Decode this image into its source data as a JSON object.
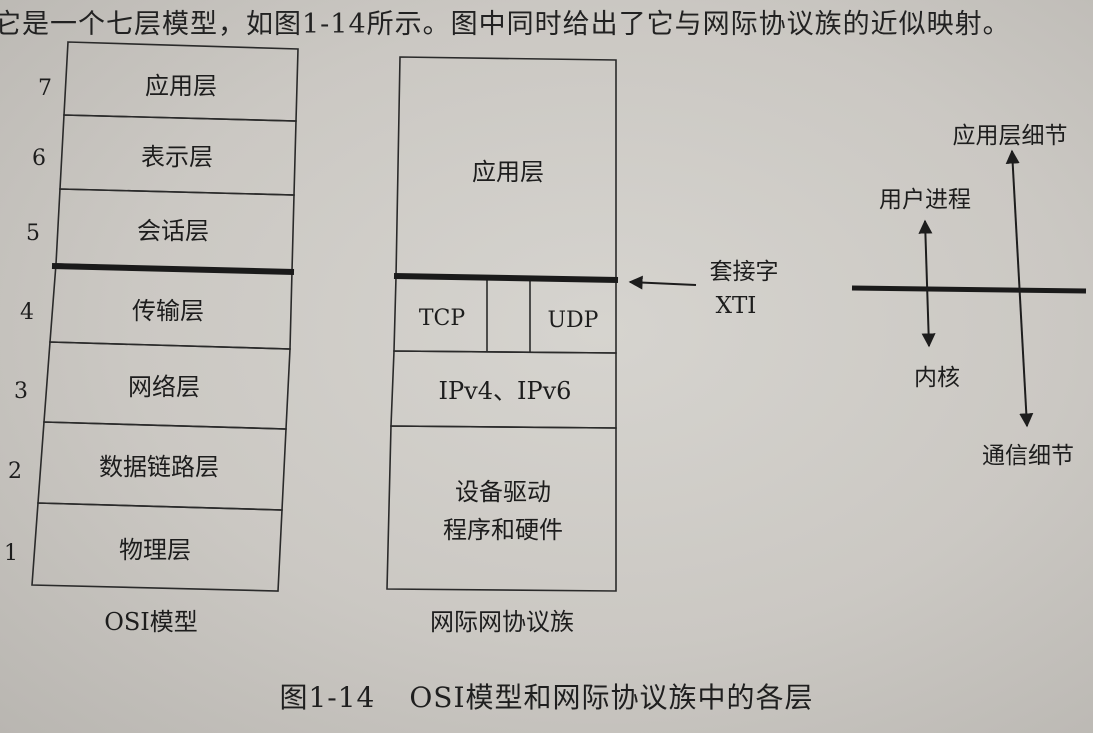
{
  "top_text": "它是一个七层模型，如图1-14所示。图中同时给出了它与网际协议族的近似映射。",
  "osi": {
    "title": "OSI模型",
    "layers": [
      {
        "num": "7",
        "name": "应用层"
      },
      {
        "num": "6",
        "name": "表示层"
      },
      {
        "num": "5",
        "name": "会话层"
      },
      {
        "num": "4",
        "name": "传输层"
      },
      {
        "num": "3",
        "name": "网络层"
      },
      {
        "num": "2",
        "name": "数据链路层"
      },
      {
        "num": "1",
        "name": "物理层"
      }
    ]
  },
  "inet": {
    "title": "网际网协议族",
    "application": "应用层",
    "tcp": "TCP",
    "udp": "UDP",
    "ip": "IPv4、IPv6",
    "device_line1": "设备驱动",
    "device_line2": "程序和硬件"
  },
  "socket_arrow": {
    "line1": "套接字",
    "line2": "XTI"
  },
  "right_diagram": {
    "app_detail": "应用层细节",
    "user_process": "用户进程",
    "kernel": "内核",
    "comm_detail": "通信细节"
  },
  "caption": {
    "number": "图1-14",
    "text": "OSI模型和网际协议族中的各层"
  }
}
